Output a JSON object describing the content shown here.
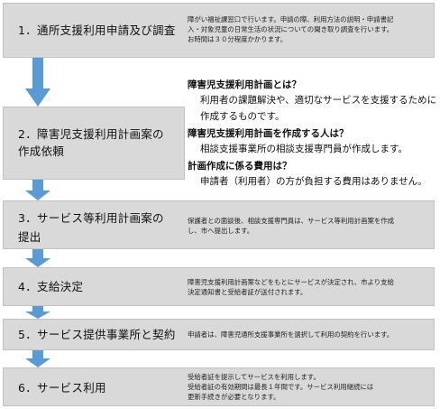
{
  "steps": [
    {
      "title": "1．通所支援利用申請及び調査",
      "desc": "障がい福祉課窓口で行います。申請の際、利用方法の説明・申請書記\n入・対象児童の日常生活の状況についての聞き取り調査を行います。\nお時間は３０分程度かかります。"
    },
    {
      "title": "2．障害児支援利用計画案の\n作成依頼",
      "desc": ""
    },
    {
      "title": "3．サービス等利用計画案の\n提出",
      "desc": "保護者との面談後、相談支援専門員は、サービス等利用計画案を作成\nし、市へ提出します。"
    },
    {
      "title": "4．支給決定",
      "desc": "障害児支援利用計画案などをもとにサービスが決定され、市より支給\n決定通知書と受給者証が送付されます。"
    },
    {
      "title": "5．サービス提供事業所と契約",
      "desc": "申請者は、障害児通所支援事業所を選択して利用の契約を行います。"
    },
    {
      "title": "6．サービス利用",
      "desc": "受給者証を提示してサービスを利用します。\n受給者証の有効期間は最長１年間です。サービス利用継続には\n更新手続きが必要となります。"
    }
  ],
  "info": [
    {
      "heading": "障害児支援利用計画とは？",
      "body": "利用者の課題解決や、適切なサービスを支援するために作成するものです。"
    },
    {
      "heading": "障害児支援利用計画を作成する人は？",
      "body": "相談支援事業所の相談支援専門員が作成します。"
    },
    {
      "heading": "計画作成に係る費用は？",
      "body": "申請者（利用者）の方が負担する費用はありません。"
    }
  ],
  "colors": {
    "box": "#d9d9d9",
    "arrow": "#5b9bd5"
  }
}
